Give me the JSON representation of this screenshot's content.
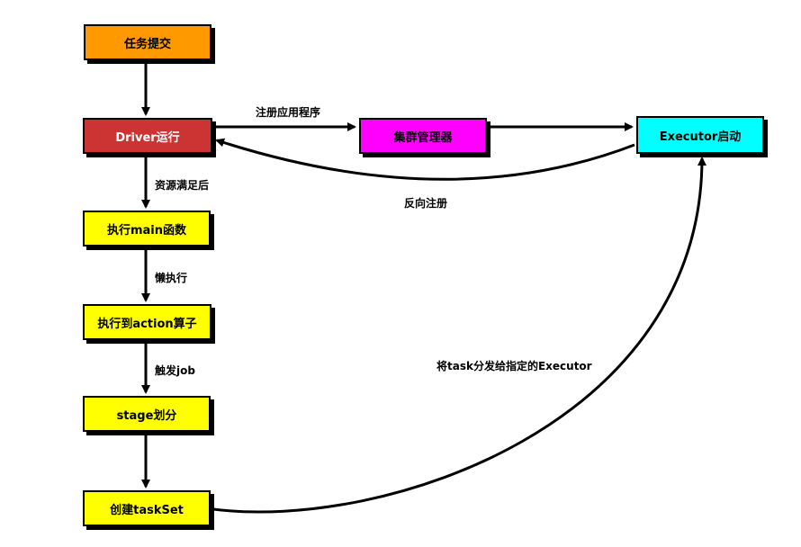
{
  "nodes": {
    "submit": "任务提交",
    "driver": "Driver运行",
    "cluster_manager": "集群管理器",
    "executor": "Executor启动",
    "main": "执行main函数",
    "action": "执行到action算子",
    "stage": "stage划分",
    "taskset": "创建taskSet"
  },
  "edge_labels": {
    "register_app": "注册应用程序",
    "reverse_register": "反向注册",
    "resources_ready": "资源满足后",
    "lazy_exec": "懒执行",
    "trigger_job": "触发job",
    "dispatch_task": "将task分发给指定的Executor"
  },
  "colors": {
    "submit": "#ff9900",
    "driver": "#cc3333",
    "cluster_manager": "#ff00ff",
    "executor": "#00ffff",
    "step": "#ffff00"
  }
}
